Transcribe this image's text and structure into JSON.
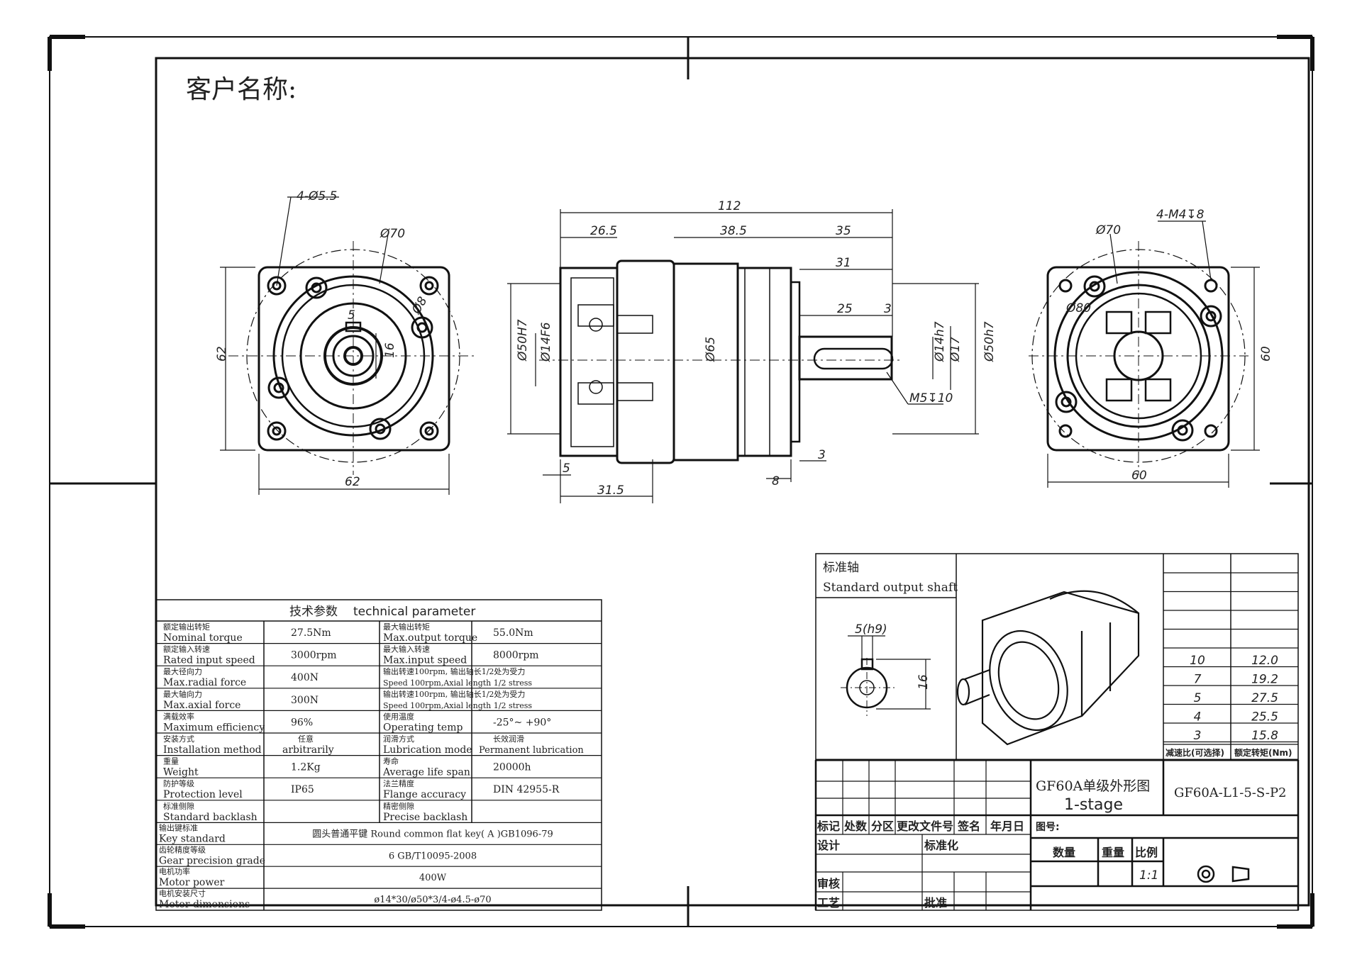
{
  "customer_label": "客户名称:",
  "dims": {
    "left_view": {
      "holes": "4-Ø5.5",
      "pcd": "Ø70",
      "bore": "Ø8",
      "key_w": "5",
      "key_h": "16",
      "height": "62",
      "width": "62"
    },
    "side_view": {
      "overall": "112",
      "d_26_5": "26.5",
      "d_38_5": "38.5",
      "d_35": "35",
      "d_31": "31",
      "d_25": "25",
      "d_3a": "3",
      "d_3b": "3",
      "d_5": "5",
      "d_8": "8",
      "d_31_5": "31.5",
      "dia_50h7_in": "Ø50H7",
      "dia_14f6": "Ø14F6",
      "dia_65": "Ø65",
      "dia_14h7": "Ø14h7",
      "dia_17": "Ø17",
      "dia_50h7_out": "Ø50h7",
      "thread": "M5↧10"
    },
    "right_view": {
      "pcd": "Ø70",
      "threads": "4-M4↧8",
      "bore": "Ø80",
      "height": "60",
      "width": "60"
    }
  },
  "tech": {
    "title_cn": "技术参数",
    "title_en": "technical parameter",
    "rows": [
      {
        "l_cn": "额定输出转矩",
        "l_en": "Nominal torque",
        "l_val": "27.5Nm",
        "r_cn": "最大输出转矩",
        "r_en": "Max.output torque",
        "r_val": "55.0Nm"
      },
      {
        "l_cn": "额定输入转速",
        "l_en": "Rated input speed",
        "l_val": "3000rpm",
        "r_cn": "最大输入转速",
        "r_en": "Max.input speed",
        "r_val": "8000rpm"
      },
      {
        "l_cn": "最大径向力",
        "l_en": "Max.radial force",
        "l_val": "400N",
        "r_cn": "输出转速100rpm, 输出轴长1/2处为受力",
        "r_en": "Speed 100rpm,Axial length 1/2 stress",
        "r_val": ""
      },
      {
        "l_cn": "最大轴向力",
        "l_en": "Max.axial force",
        "l_val": "300N",
        "r_cn": "输出转速100rpm, 输出轴长1/2处为受力",
        "r_en": "Speed 100rpm,Axial length 1/2 stress",
        "r_val": ""
      },
      {
        "l_cn": "满载效率",
        "l_en": "Maximum efficiency",
        "l_val": "96%",
        "r_cn": "使用温度",
        "r_en": "Operating temp",
        "r_val": "-25°~ +90°"
      },
      {
        "l_cn": "安装方式",
        "l_en": "Installation method",
        "l_val_cn": "任意",
        "l_val": "arbitrarily",
        "r_cn": "润滑方式",
        "r_en": "Lubrication mode",
        "r_val_cn": "长效润滑",
        "r_val": "Permanent lubrication"
      },
      {
        "l_cn": "重量",
        "l_en": "Weight",
        "l_val": "1.2Kg",
        "r_cn": "寿命",
        "r_en": "Average life span",
        "r_val": "20000h"
      },
      {
        "l_cn": "防护等级",
        "l_en": "Protection level",
        "l_val": "IP65",
        "r_cn": "法兰精度",
        "r_en": "Flange accuracy",
        "r_val": "DIN 42955-R"
      },
      {
        "l_cn": "标准侧隙",
        "l_en": "Standard backlash",
        "l_val": "",
        "r_cn": "精密侧隙",
        "r_en": "Precise backlash",
        "r_val": ""
      }
    ],
    "wide_rows": [
      {
        "l_cn": "输出键标准",
        "l_en": "Key standard",
        "val": "圆头普通平键  Round common flat key( A )GB1096-79"
      },
      {
        "l_cn": "齿轮精度等级",
        "l_en": "Gear precision grade",
        "val": "6 GB/T10095-2008"
      },
      {
        "l_cn": "电机功率",
        "l_en": "Motor power",
        "val": "400W"
      },
      {
        "l_cn": "电机安装尺寸",
        "l_en": "Motor  dimensions",
        "val": "ø14*30/ø50*3/4-ø4.5-ø70"
      }
    ]
  },
  "shaft": {
    "title_cn": "标准轴",
    "title_en": "Standard output shaft",
    "key": "5(h9)",
    "height": "16"
  },
  "ratio_table": {
    "rows": [
      {
        "ratio": "10",
        "torque": "12.0"
      },
      {
        "ratio": "7",
        "torque": "19.2"
      },
      {
        "ratio": "5",
        "torque": "27.5"
      },
      {
        "ratio": "4",
        "torque": "25.5"
      },
      {
        "ratio": "3",
        "torque": "15.8"
      }
    ],
    "col_ratio": "减速比(可选择)",
    "col_torque": "额定转矩(Nm)"
  },
  "title_block": {
    "name_cn": "GF60A单级外形图",
    "name_en": "1-stage",
    "model": "GF60A-L1-5-S-P2",
    "h_mark": "标记",
    "h_count": "处数",
    "h_zone": "分区",
    "h_docno": "更改文件号",
    "h_sign": "签名",
    "h_date": "年月日",
    "drawing_no": "图号:",
    "design": "设计",
    "standard": "标准化",
    "qty": "数量",
    "weight": "重量",
    "scale": "比例",
    "scale_val": "1:1",
    "review": "审核",
    "process": "工艺",
    "approve": "批准"
  },
  "colors": {
    "line": "#111111",
    "paper": "#ffffff"
  }
}
